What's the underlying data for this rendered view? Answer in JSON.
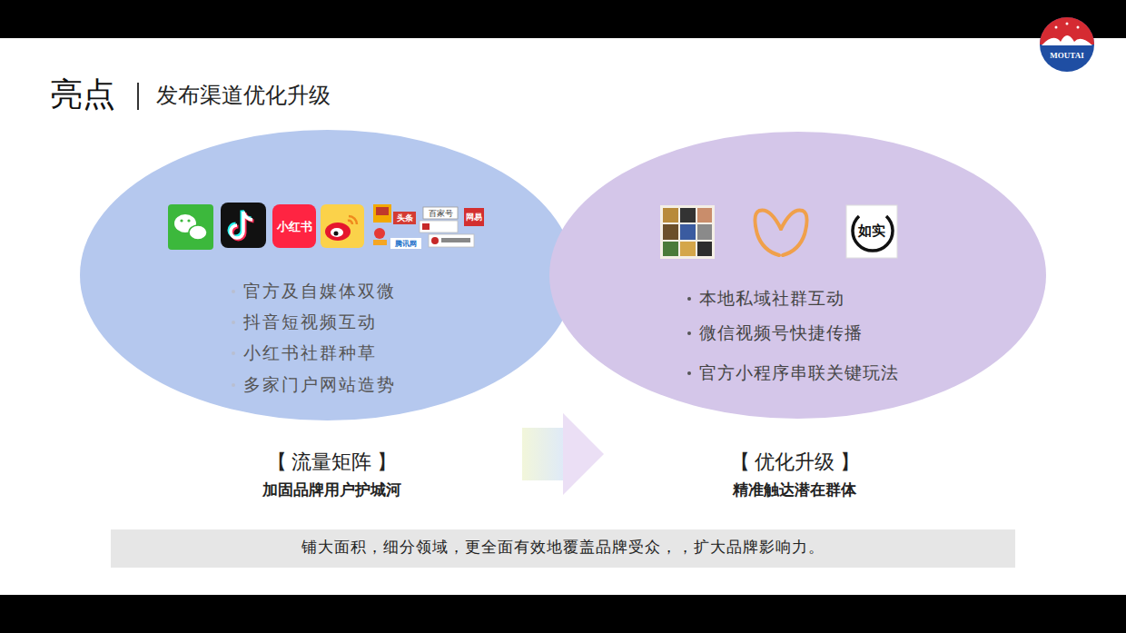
{
  "diagram": {
    "title": "亮点",
    "nodes": [
      {
        "text": [
          "官方及自媒体双微",
          "抖音短视频互动",
          "小红书社群种草",
          "多家门户网站造势",
          "【 流量矩阵 】",
          "加固品牌用户护城河"
        ]
      },
      {
        "text": [
          "本地私域社群互动",
          "微信视频号快捷传播",
          "官方小程序串联关键玩法",
          "【 优化升级 】",
          "精准触达潜在群体"
        ]
      },
      {
        "text": [
          "铺大面积，细分领域，更全面有效地覆盖品牌受众，，扩大品牌影响力。"
        ]
      }
    ],
    "edges": [
      {
        "from": 0,
        "to": 1,
        "arrow": "to"
      }
    ],
    "labels": [
      "发布渠道优化升级",
      "小红书",
      "头条",
      "百家号",
      "网易",
      "腾讯网",
      "如实",
      "MOUTAI"
    ]
  }
}
